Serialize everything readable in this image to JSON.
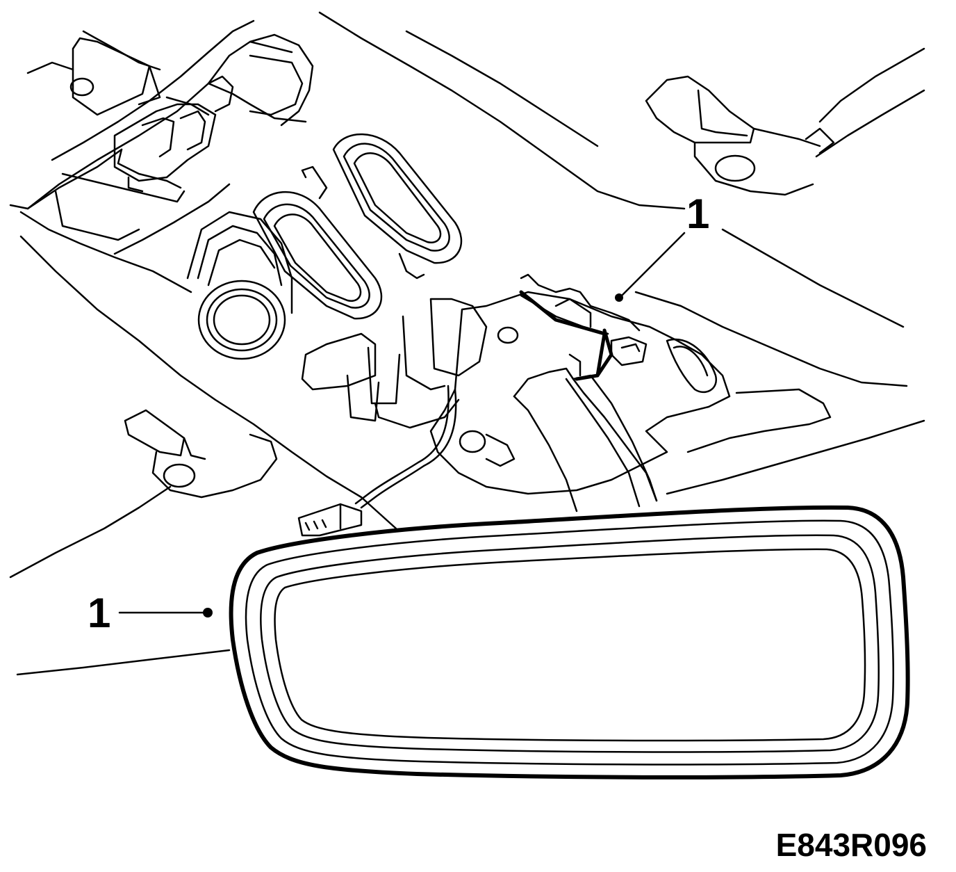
{
  "diagram": {
    "callouts": [
      {
        "id": "upper",
        "label": "1"
      },
      {
        "id": "lower",
        "label": "1"
      }
    ],
    "figure_code": "E843R096",
    "colors": {
      "ink": "#000000",
      "paper": "#ffffff"
    }
  }
}
